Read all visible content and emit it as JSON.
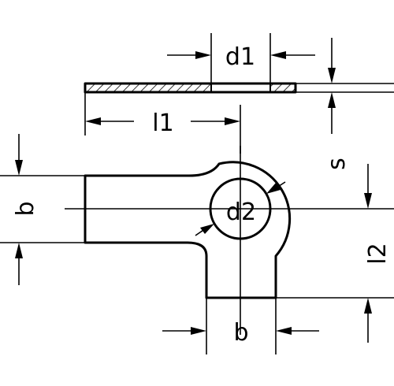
{
  "drawing": {
    "labels": {
      "d1": "d1",
      "l1": "l1",
      "s": "s",
      "b_left": "b",
      "d2": "d2",
      "l2": "l2",
      "b_bottom": "b"
    },
    "colors": {
      "line": "#000000",
      "background": "#ffffff"
    }
  }
}
